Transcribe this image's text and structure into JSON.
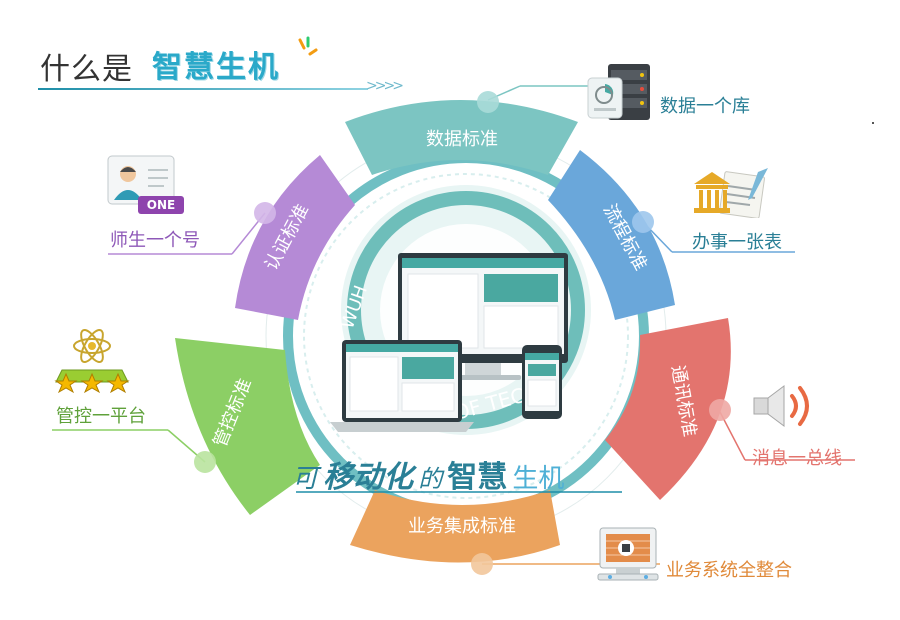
{
  "heading": {
    "prefix": "什么是",
    "accent": "智慧生机"
  },
  "center_caption": {
    "part1": "可",
    "part2": "移动化",
    "part3": "的",
    "part4": "智慧",
    "part5": "生机"
  },
  "segments": [
    {
      "id": "data-standard",
      "label": "数据标准",
      "color": "#7cc5c2"
    },
    {
      "id": "process-standard",
      "label": "流程标准",
      "color": "#6aa7da"
    },
    {
      "id": "comm-standard",
      "label": "通讯标准",
      "color": "#e3746e"
    },
    {
      "id": "integration-standard",
      "label": "业务集成标准",
      "color": "#eba35e"
    },
    {
      "id": "control-standard",
      "label": "管控标准",
      "color": "#8ccf65"
    },
    {
      "id": "auth-standard",
      "label": "认证标准",
      "color": "#b58ad6"
    }
  ],
  "callouts": {
    "database": {
      "label": "数据一个库",
      "icon": "server-icon"
    },
    "form": {
      "label": "办事一张表",
      "icon": "bank-document-icon"
    },
    "bus": {
      "label": "消息一总线",
      "icon": "speaker-icon"
    },
    "integration": {
      "label": "业务系统全整合",
      "icon": "plug-panel-icon"
    },
    "platform": {
      "label": "管控一平台",
      "icon": "atom-stars-icon"
    },
    "account": {
      "label": "师生一个号",
      "icon": "user-card-icon"
    }
  },
  "badges": {
    "one": "ONE"
  },
  "seal": {
    "left_text": "WUH",
    "bottom_text": "OF TEC"
  },
  "colors": {
    "teal": "#2aa9c9",
    "text_dark": "#333333"
  }
}
